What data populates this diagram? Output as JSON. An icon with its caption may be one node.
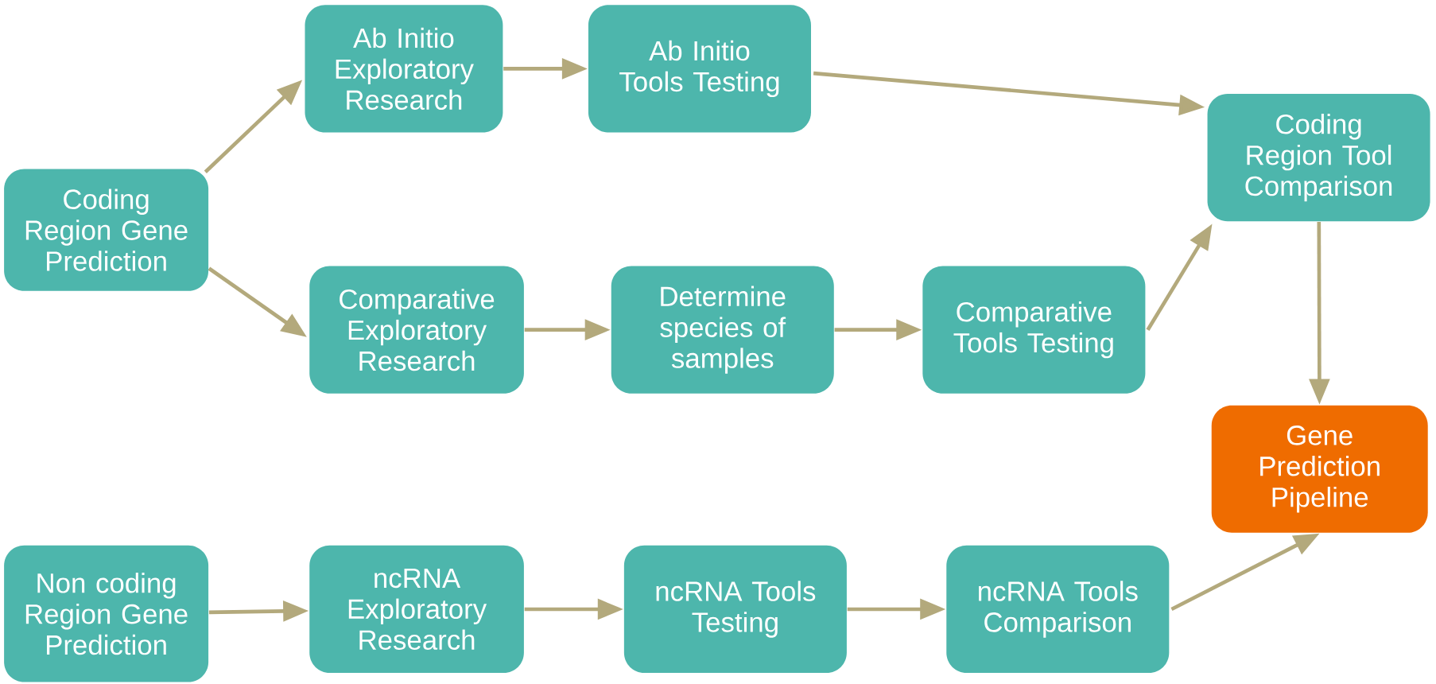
{
  "diagram": {
    "nodes": [
      {
        "text": [
          "Coding Region Gene Prediction"
        ]
      },
      {
        "text": [
          "Ab Initio Exploratory Research"
        ]
      },
      {
        "text": [
          "Ab Initio Tools Testing"
        ]
      },
      {
        "text": [
          "Coding Region Tool Comparison"
        ]
      },
      {
        "text": [
          "Comparative Exploratory Research"
        ]
      },
      {
        "text": [
          "Determine species of samples"
        ]
      },
      {
        "text": [
          "Comparative Tools Testing"
        ]
      },
      {
        "text": [
          "Gene Prediction Pipeline"
        ]
      },
      {
        "text": [
          "Non coding Region Gene Prediction"
        ]
      },
      {
        "text": [
          "ncRNA Exploratory Research"
        ]
      },
      {
        "text": [
          "ncRNA Tools Testing"
        ]
      },
      {
        "text": [
          "ncRNA Tools Comparison"
        ]
      }
    ],
    "edges": [
      {
        "from": 0,
        "to": 1,
        "arrow": "to"
      },
      {
        "from": 0,
        "to": 4,
        "arrow": "to"
      },
      {
        "from": 1,
        "to": 2,
        "arrow": "to"
      },
      {
        "from": 2,
        "to": 3,
        "arrow": "to"
      },
      {
        "from": 4,
        "to": 5,
        "arrow": "to"
      },
      {
        "from": 5,
        "to": 6,
        "arrow": "to"
      },
      {
        "from": 6,
        "to": 3,
        "arrow": "to"
      },
      {
        "from": 3,
        "to": 7,
        "arrow": "to"
      },
      {
        "from": 8,
        "to": 9,
        "arrow": "to"
      },
      {
        "from": 9,
        "to": 10,
        "arrow": "to"
      },
      {
        "from": 10,
        "to": 11,
        "arrow": "to"
      },
      {
        "from": 11,
        "to": 7,
        "arrow": "to"
      }
    ]
  }
}
